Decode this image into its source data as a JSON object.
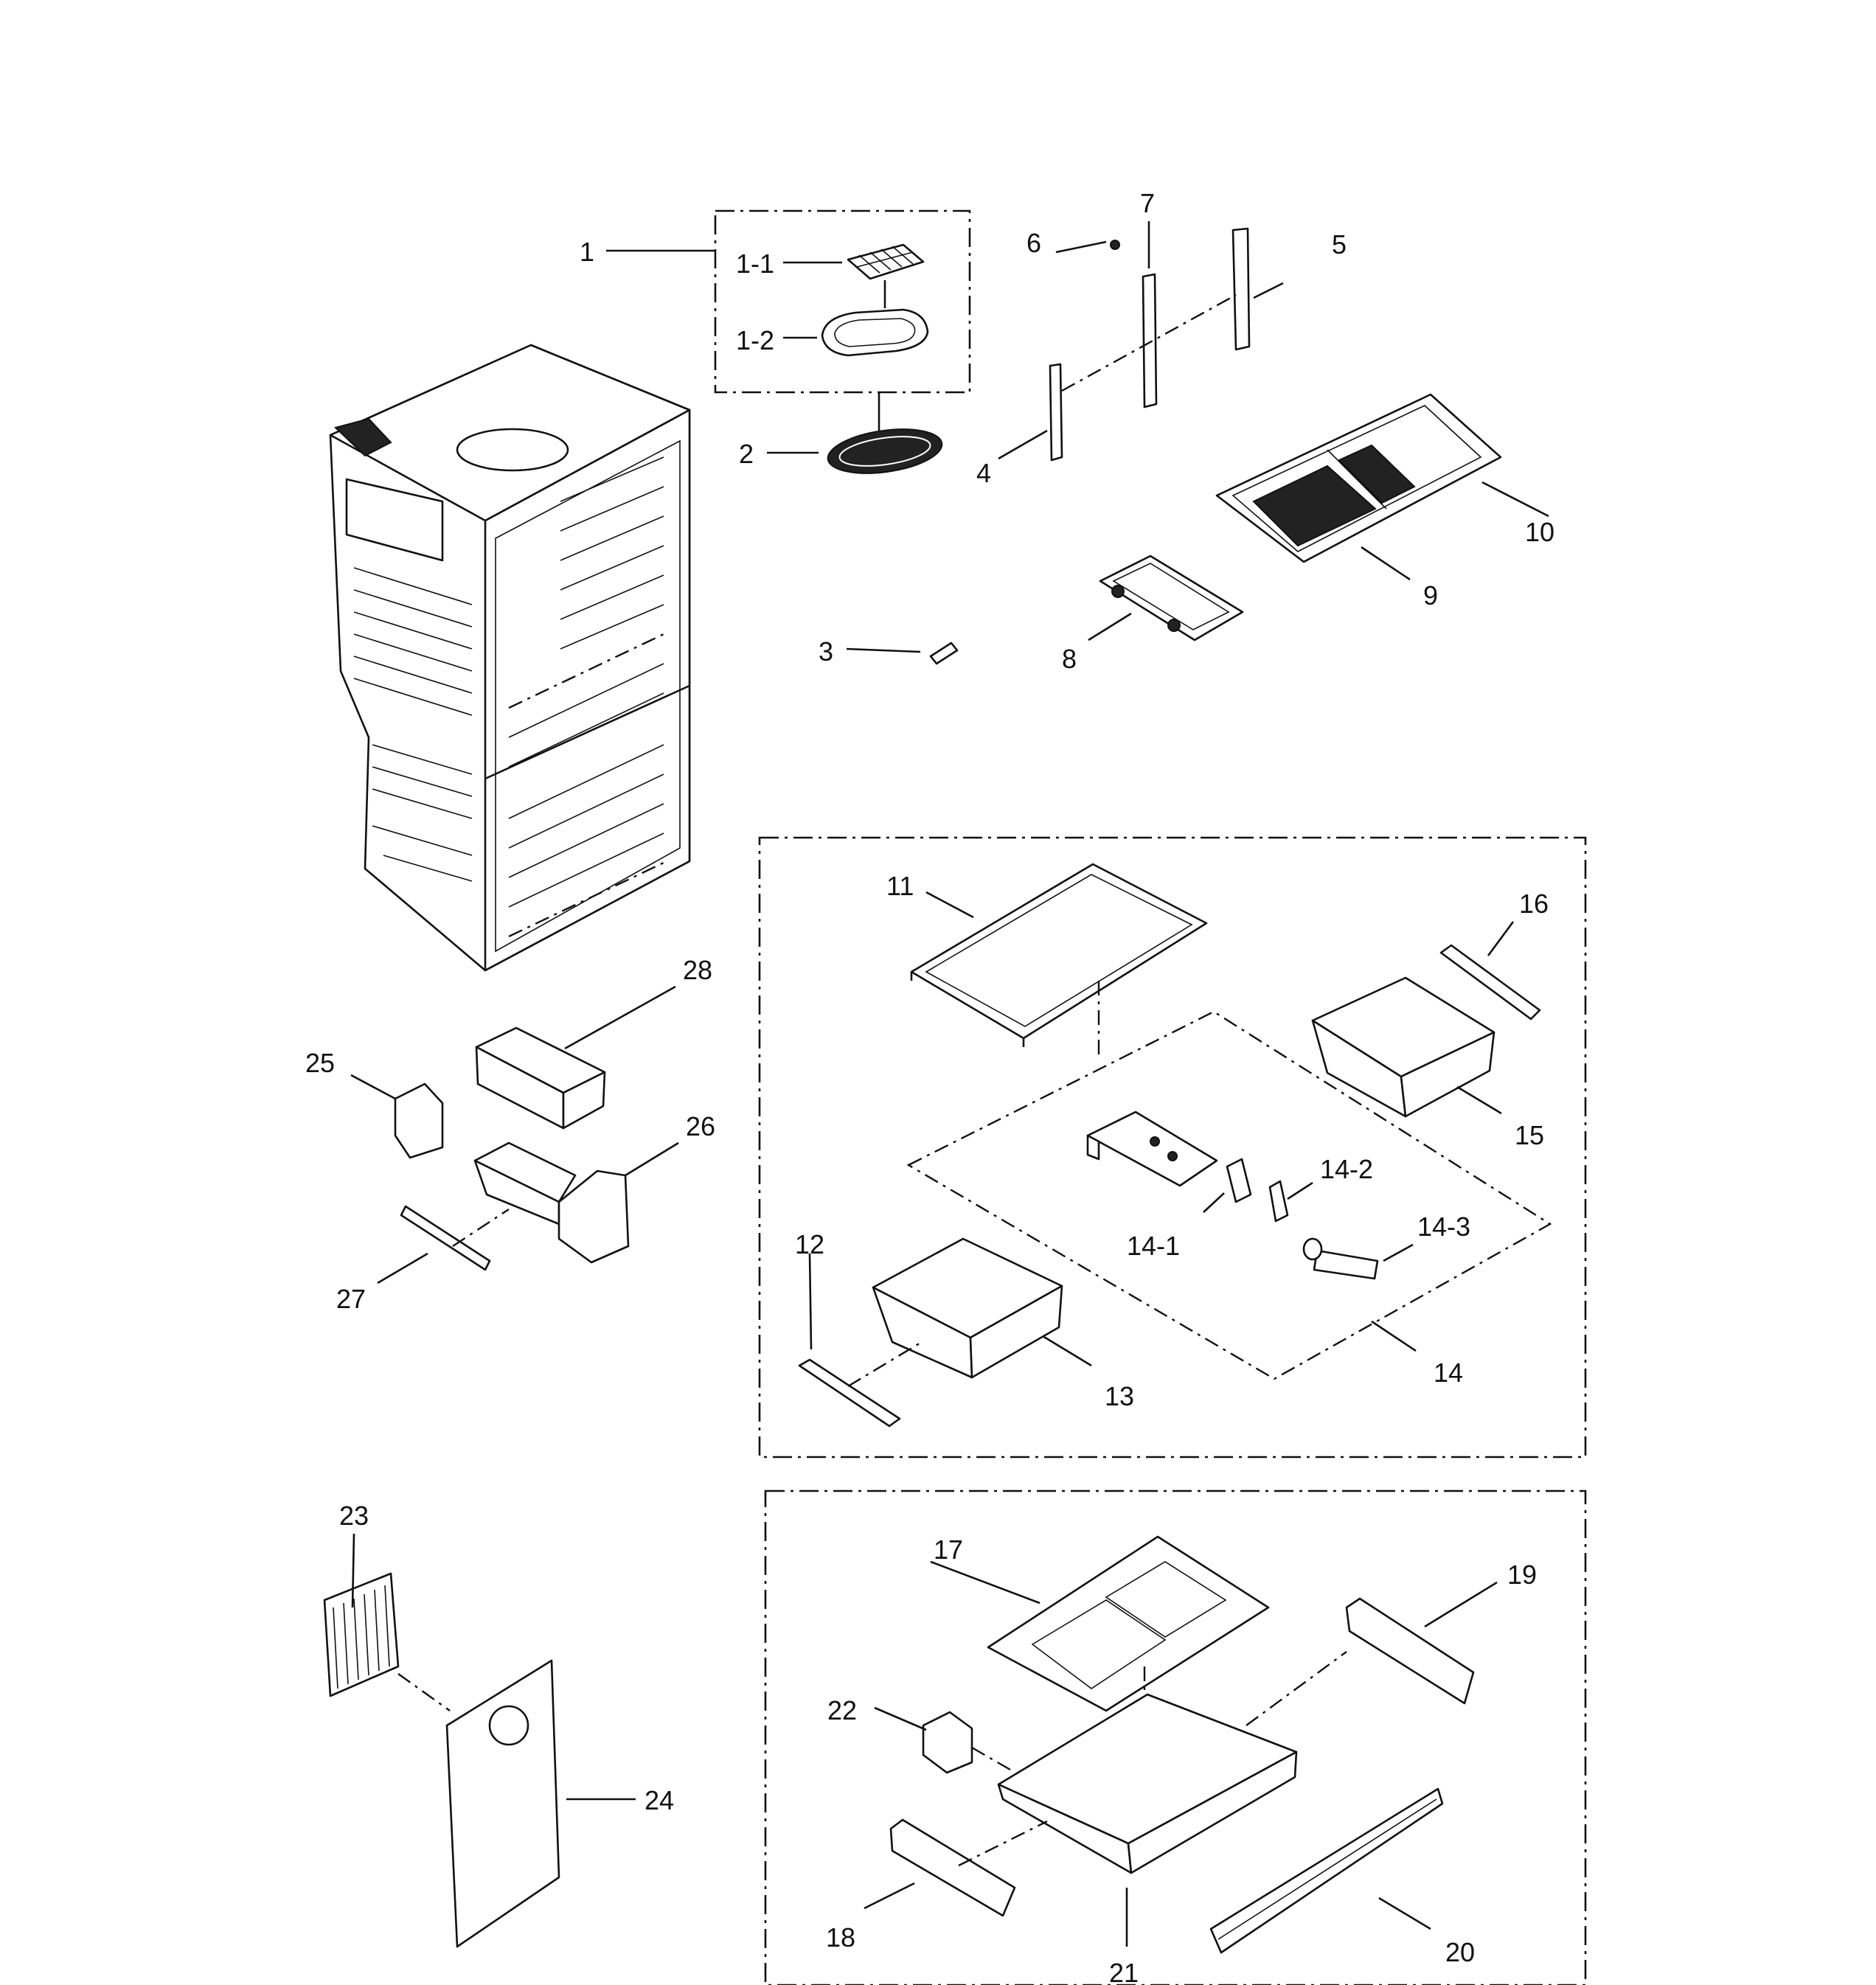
{
  "labels": {
    "p1": "1",
    "p1_1": "1-1",
    "p1_2": "1-2",
    "p2": "2",
    "p3": "3",
    "p4": "4",
    "p5": "5",
    "p6": "6",
    "p7": "7",
    "p8": "8",
    "p9": "9",
    "p10": "10",
    "p11": "11",
    "p12": "12",
    "p13": "13",
    "p14": "14",
    "p14_1": "14-1",
    "p14_2": "14-2",
    "p14_3": "14-3",
    "p15": "15",
    "p16": "16",
    "p17": "17",
    "p18": "18",
    "p19": "19",
    "p20": "20",
    "p21": "21",
    "p22": "22",
    "p23": "23",
    "p24": "24",
    "p25": "25",
    "p26": "26",
    "p27": "27",
    "p28": "28"
  }
}
